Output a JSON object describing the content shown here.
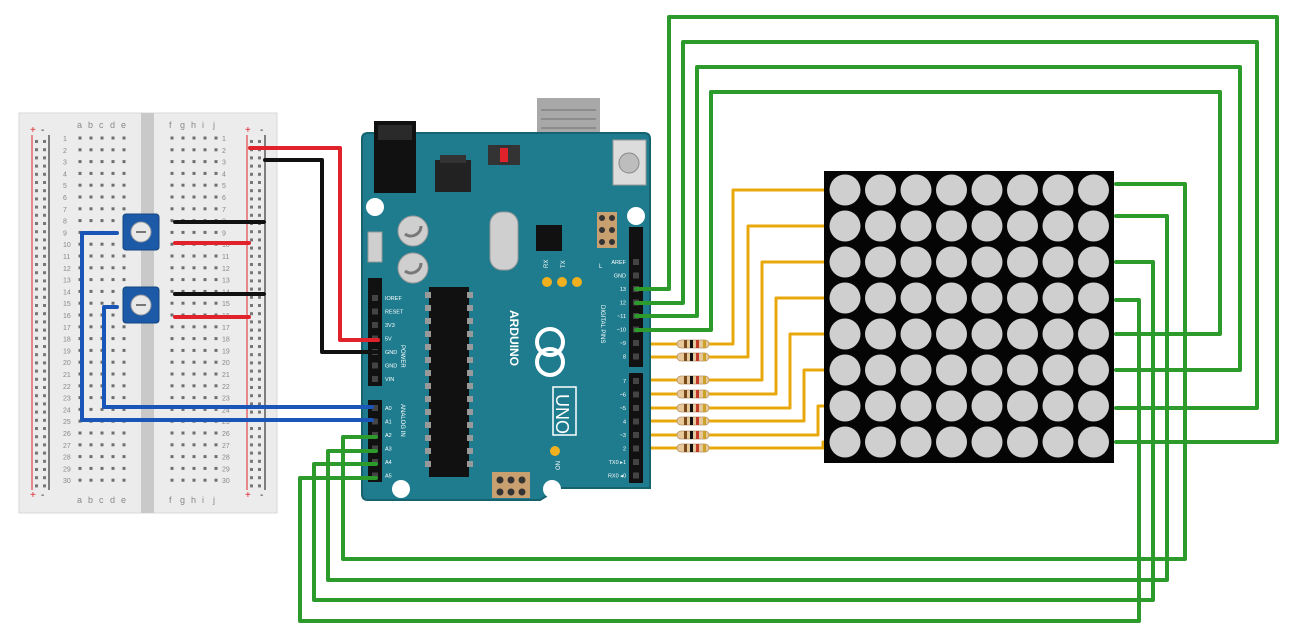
{
  "colors": {
    "board": "#1e7c8e",
    "board_edge": "#16626f",
    "wire_green": "#2c9b2c",
    "wire_yellow": "#e8a80c",
    "wire_red": "#e0232a",
    "wire_black": "#111111",
    "wire_blue": "#1a56b8",
    "matrix_bg": "#050505",
    "led": "#cfcfcf",
    "pot": "#1c5aa8",
    "breadboard": "#ececec"
  },
  "breadboard": {
    "col_letters_left": [
      "a",
      "b",
      "c",
      "d",
      "e"
    ],
    "col_letters_right": [
      "f",
      "g",
      "h",
      "i",
      "j"
    ],
    "row_numbers": [
      "1",
      "2",
      "3",
      "4",
      "5",
      "6",
      "7",
      "8",
      "9",
      "10",
      "11",
      "12",
      "13",
      "14",
      "15",
      "16",
      "17",
      "18",
      "19",
      "20",
      "21",
      "22",
      "23",
      "24",
      "25",
      "26",
      "27",
      "28",
      "29",
      "30"
    ],
    "plus": "+",
    "minus": "-"
  },
  "arduino": {
    "brand": "ARDUINO",
    "model": "UNO",
    "digital_label": "DIGITAL PINS",
    "analog_label": "ANALOG IN",
    "power_label": "POWER",
    "on_label": "ON",
    "led_labels": [
      "L",
      "TX",
      "RX"
    ],
    "power_pins": [
      "IOREF",
      "RESET",
      "3V3",
      "5V",
      "GND",
      "GND",
      "VIN"
    ],
    "analog_pins": [
      "A0",
      "A1",
      "A2",
      "A3",
      "A4",
      "A5"
    ],
    "digital_pins_top": [
      "AREF",
      "GND",
      "13",
      "12",
      "~11",
      "~10",
      "~9",
      "8"
    ],
    "digital_pins_bottom": [
      "7",
      "~6",
      "~5",
      "4",
      "~3",
      "2",
      "TX0 ▸1",
      "RX0 ◂0"
    ]
  },
  "matrix": {
    "rows": 8,
    "cols": 8
  }
}
